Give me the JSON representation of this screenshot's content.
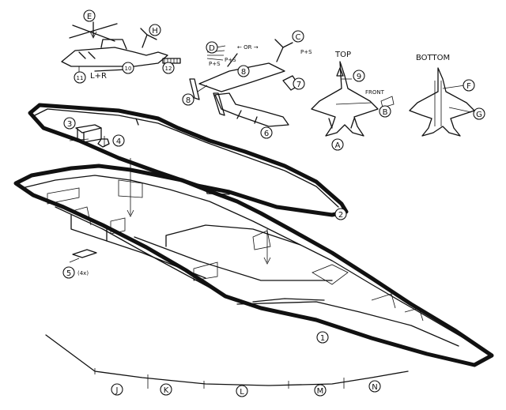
{
  "callouts": {
    "c1": "1",
    "c2": "2",
    "c3": "3",
    "c4": "4",
    "c5": "5",
    "c6": "6",
    "c7": "7",
    "c8": "8",
    "c9": "9",
    "c10": "10",
    "c11": "11",
    "c12": "12",
    "A": "A",
    "B": "B",
    "C": "C",
    "D": "D",
    "E": "E",
    "F": "F",
    "G": "G",
    "H": "H",
    "J": "J",
    "K": "K",
    "L": "L",
    "M": "M",
    "N": "N"
  },
  "notes": {
    "lr": "L+R",
    "ps1": "P+S",
    "ps2": "P+S",
    "ps3": "P+S",
    "or": "← OR →",
    "qty4x": "(4x)",
    "front": "FRONT"
  },
  "views": {
    "top": "TOP",
    "bottom": "BOTTOM"
  }
}
